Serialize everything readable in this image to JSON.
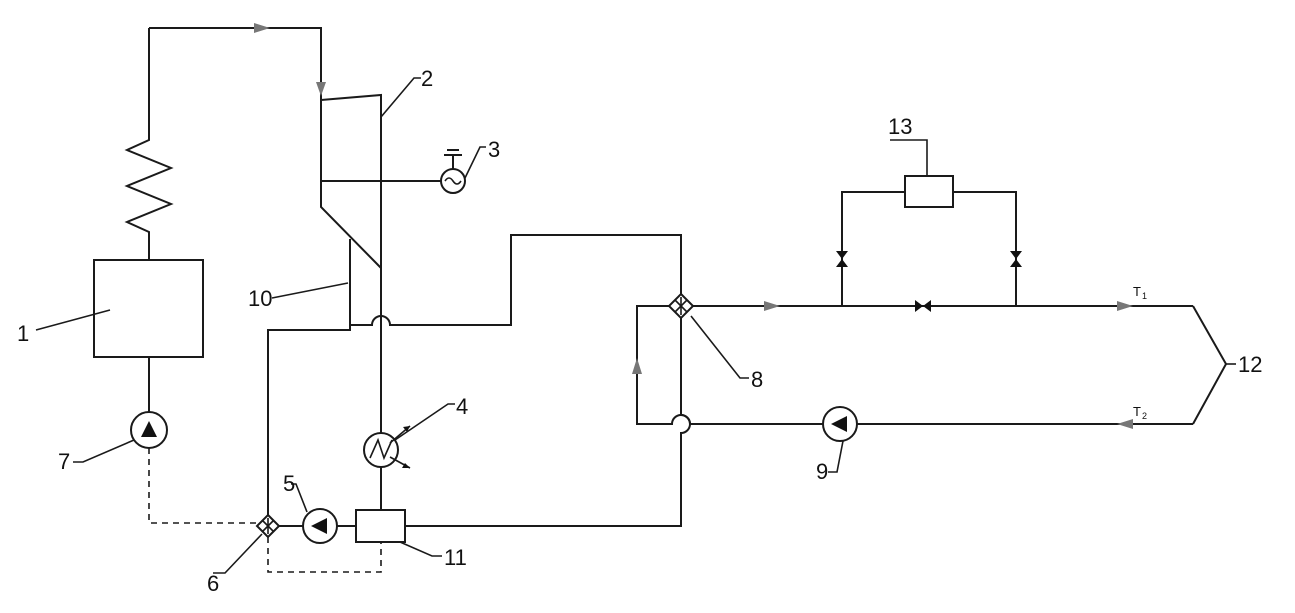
{
  "labels": {
    "n1": "1",
    "n2": "2",
    "n3": "3",
    "n4": "4",
    "n5": "5",
    "n6": "6",
    "n7": "7",
    "n8": "8",
    "n9": "9",
    "n10": "10",
    "n11": "11",
    "n12": "12",
    "n13": "13"
  },
  "temps": {
    "t1": {
      "letter": "T",
      "sub": "1"
    },
    "t2": {
      "letter": "T",
      "sub": "2"
    }
  }
}
